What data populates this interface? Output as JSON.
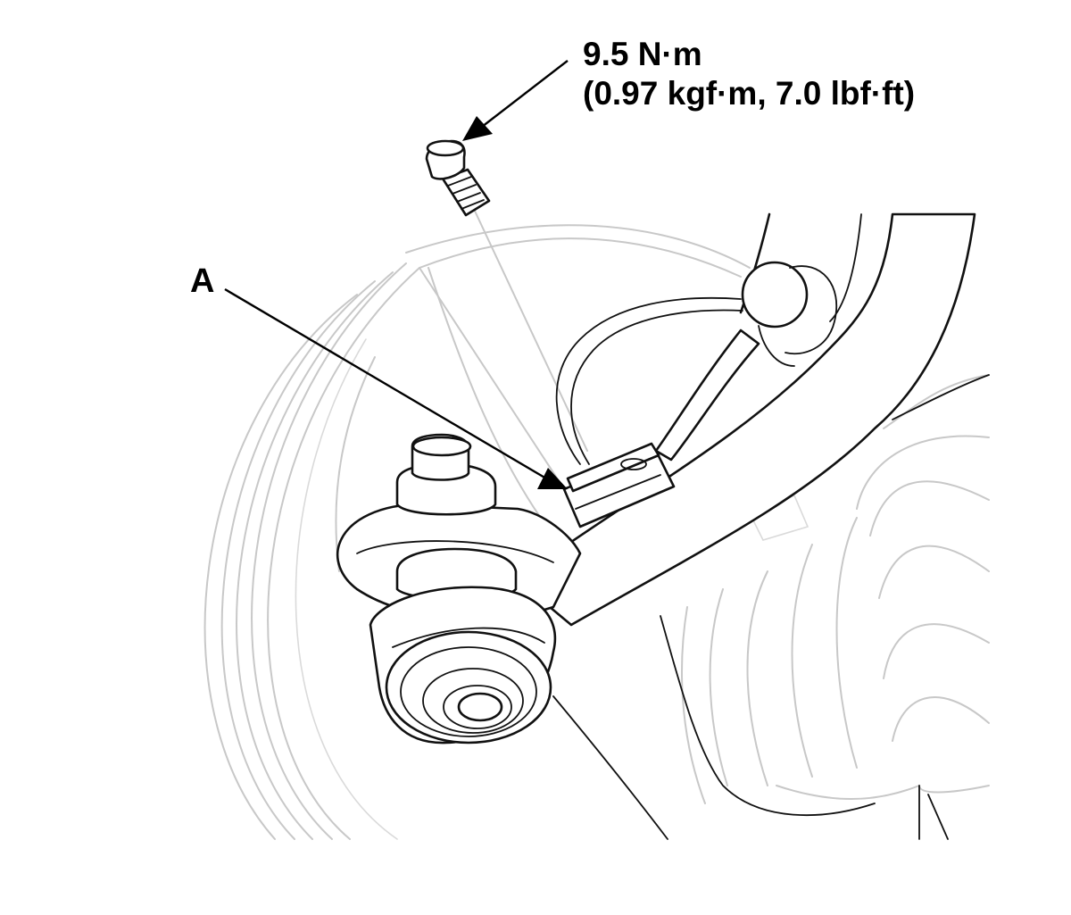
{
  "callouts": {
    "torque_line_1": "9.5 N·m",
    "torque_line_2": "(0.97 kgf·m, 7.0 lbf·ft)",
    "label_a": "A"
  },
  "colors": {
    "line": "#111111",
    "ghost_line": "#c8c8c8",
    "background": "#ffffff"
  }
}
